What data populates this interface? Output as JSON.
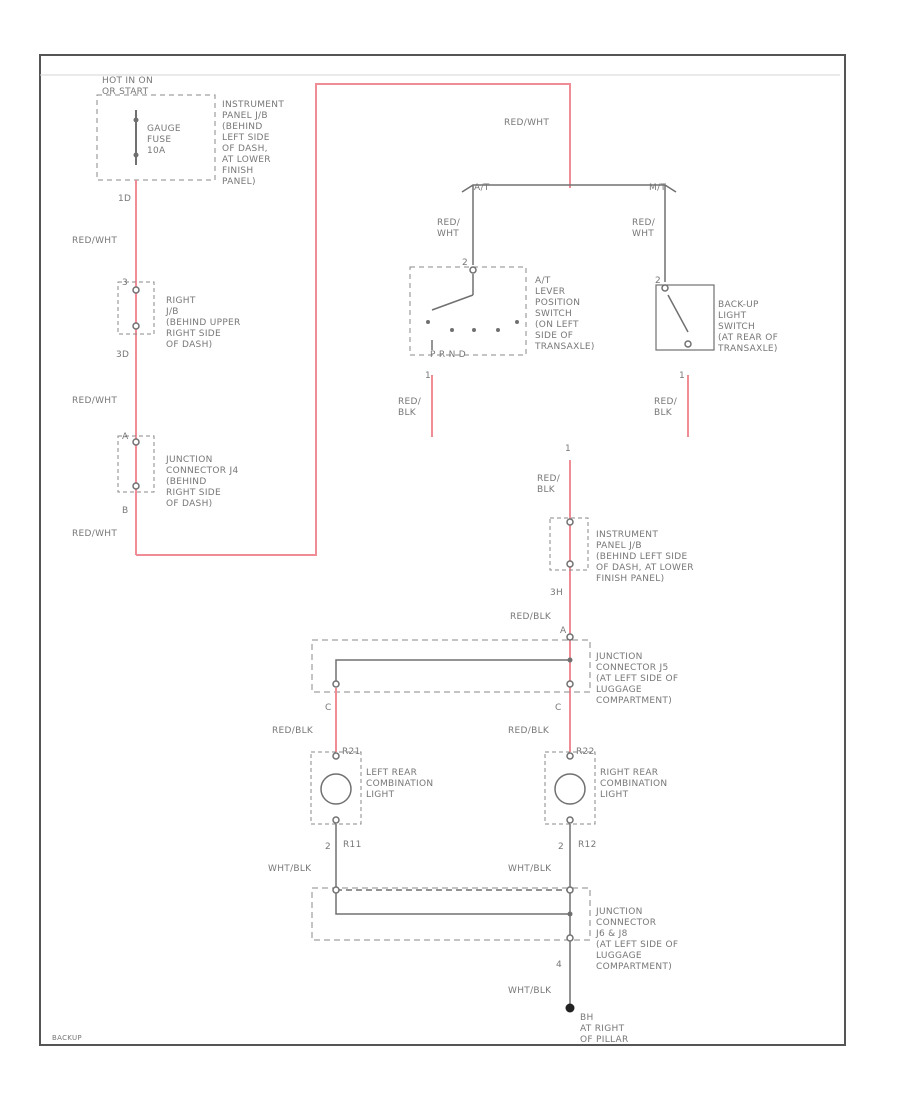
{
  "colors": {
    "wire_pink": "#f08c96",
    "wire_gray": "#707070",
    "text": "#777777",
    "frame": "#555555"
  },
  "labels": {
    "hot_in_on": "HOT IN ON\nOR START",
    "gauge_fuse": "GAUGE\nFUSE\n10A",
    "ip_jb_top": "INSTRUMENT\nPANEL J/B\n(BEHIND\nLEFT SIDE\nOF DASH,\nAT LOWER\nFINISH\nPANEL)",
    "pin_1d": "1D",
    "wire_red_wht_top": "RED/WHT",
    "wire_red_wht_1": "RED/WHT",
    "pin_3_right_jb": "3",
    "right_jb": "RIGHT\nJ/B\n(BEHIND UPPER\nRIGHT SIDE\nOF DASH)",
    "pin_3d": "3D",
    "wire_red_wht_2": "RED/WHT",
    "pin_a": "A",
    "jc_j4": "JUNCTION\nCONNECTOR J4\n(BEHIND\nRIGHT SIDE\nOF DASH)",
    "pin_b": "B",
    "wire_red_wht_3": "RED/WHT",
    "at_branch": "A/T",
    "mt_branch": "M/T",
    "wire_red_wht_at": "RED/\nWHT",
    "wire_red_wht_mt": "RED/\nWHT",
    "pin_at_top": "2",
    "at_switch": "A/T\nLEVER\nPOSITION\nSWITCH\n(ON LEFT\nSIDE OF\nTRANSAXLE)",
    "at_pin_row": "P   R   N   D",
    "pin_at_bottom": "1",
    "wire_red_blk_at": "RED/\nBLK",
    "pin_mt_top": "2",
    "backup_switch": "BACK-UP\nLIGHT\nSWITCH\n(AT REAR OF\nTRANSAXLE)",
    "pin_mt_bottom": "1",
    "wire_red_blk_mt": "RED/\nBLK",
    "pin_1_ip": "1",
    "wire_red_blk_mid": "RED/\nBLK",
    "ip_jb_mid": "INSTRUMENT\nPANEL J/B\n(BEHIND LEFT SIDE\nOF DASH, AT LOWER\nFINISH PANEL)",
    "pin_3h": "3H",
    "wire_red_blk_j5": "RED/BLK",
    "pin_j5_a": "A",
    "jc_j5": "JUNCTION\nCONNECTOR J5\n(AT LEFT SIDE OF\nLUGGAGE\nCOMPARTMENT)",
    "pin_j5_c_left": "C",
    "pin_j5_c_right": "C",
    "wire_red_blk_left": "RED/BLK",
    "wire_red_blk_right": "RED/BLK",
    "r21": "R21",
    "r22": "R22",
    "left_light": "LEFT REAR\nCOMBINATION\nLIGHT",
    "right_light": "RIGHT REAR\nCOMBINATION\nLIGHT",
    "pin_2_left": "2",
    "r11": "R11",
    "pin_2_right": "2",
    "r12": "R12",
    "wire_wht_blk_left": "WHT/BLK",
    "wire_wht_blk_right": "WHT/BLK",
    "jc_j8": "JUNCTION\nCONNECTOR\nJ6 & J8\n(AT LEFT SIDE OF\nLUGGAGE\nCOMPARTMENT)",
    "pin_4": "4",
    "wire_wht_blk_bottom": "WHT/BLK",
    "ground": "BH\nAT RIGHT\nOF PILLAR",
    "figure_id": "BACKUP"
  }
}
